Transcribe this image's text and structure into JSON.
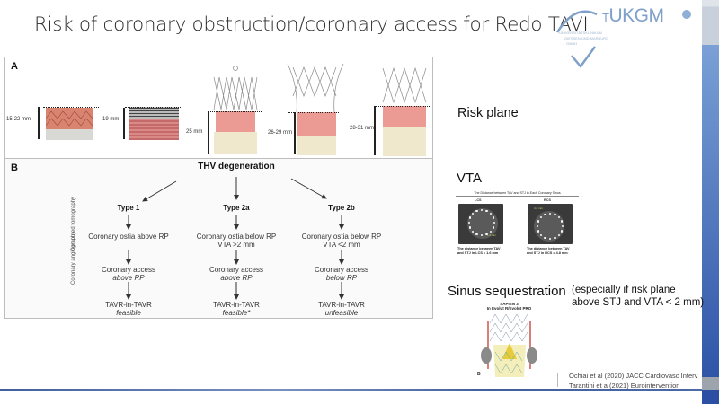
{
  "slide": {
    "title": "Risk of coronary obstruction/coronary access for Redo TAVI"
  },
  "logo": {
    "name": "UKGM",
    "prefix": "T",
    "subtitle_lines": [
      "UNIVERSITÄTSKLINIKUM",
      "GIESSEN UND MARBURG",
      "GMBH"
    ],
    "color": "#7fa0c9"
  },
  "figure": {
    "panel_a": {
      "label": "A",
      "valves": [
        {
          "measure": "15-22 mm"
        },
        {
          "measure": "19 mm"
        },
        {
          "measure": "25 mm"
        },
        {
          "measure": "26-29 mm"
        },
        {
          "measure": "28-31 mm"
        }
      ]
    },
    "panel_b": {
      "label": "B",
      "root": "THV degeneration",
      "side_labels": {
        "ct": "Computed tomography",
        "angio": "Coronary angiography"
      },
      "columns": [
        {
          "type": "Type 1",
          "ct_line1": "Coronary ostia above RP",
          "ct_line2": "",
          "access_line1": "Coronary access",
          "access_line2": "above RP",
          "outcome": "TAVR-in-TAVR",
          "feasibility": "feasible"
        },
        {
          "type": "Type 2a",
          "ct_line1": "Coronary ostia below RP",
          "ct_line2": "VTA >2 mm",
          "access_line1": "Coronary access",
          "access_line2": "above RP",
          "outcome": "TAVR-in-TAVR",
          "feasibility": "feasible*"
        },
        {
          "type": "Type 2b",
          "ct_line1": "Coronary ostia below RP",
          "ct_line2": "VTA <2 mm",
          "access_line1": "Coronary access",
          "access_line2": "below RP",
          "outcome": "TAVR-in-TAVR",
          "feasibility": "unfeasible"
        }
      ]
    }
  },
  "right": {
    "risk_plane": "Risk plane",
    "vta": "VTA",
    "sinus": "Sinus sequestration",
    "note_line1": "(especially if risk plane",
    "note_line2": "above STJ and VTA < 2 mm)"
  },
  "vta_inset": {
    "header": "The Distance between TAV and STJ in Each Coronary Sinus",
    "left_label": "LCS",
    "right_label": "RCS",
    "left_measure": "1.6 mm",
    "right_measure": "4.8 mm",
    "left_caption_1": "The distance between TAV",
    "left_caption_2": "and STJ in LCS = 1.6 mm",
    "right_caption_1": "The distance between TAV",
    "right_caption_2": "and STJ in RCS = 4.8 mm"
  },
  "sinus_inset": {
    "title_1": "SAPIEN 3",
    "title_2": "In Evolut R/Evolut PRO",
    "label": "B"
  },
  "references": [
    "Ochiai et al (2020) JACC Cardiovasc Interv",
    "Tarantini et a (2021) Eurointervention"
  ],
  "colors": {
    "accent_blue": "#2f55a8",
    "risk_plane_pink": "#e8857a",
    "skirt_beige": "#f2ead0"
  }
}
